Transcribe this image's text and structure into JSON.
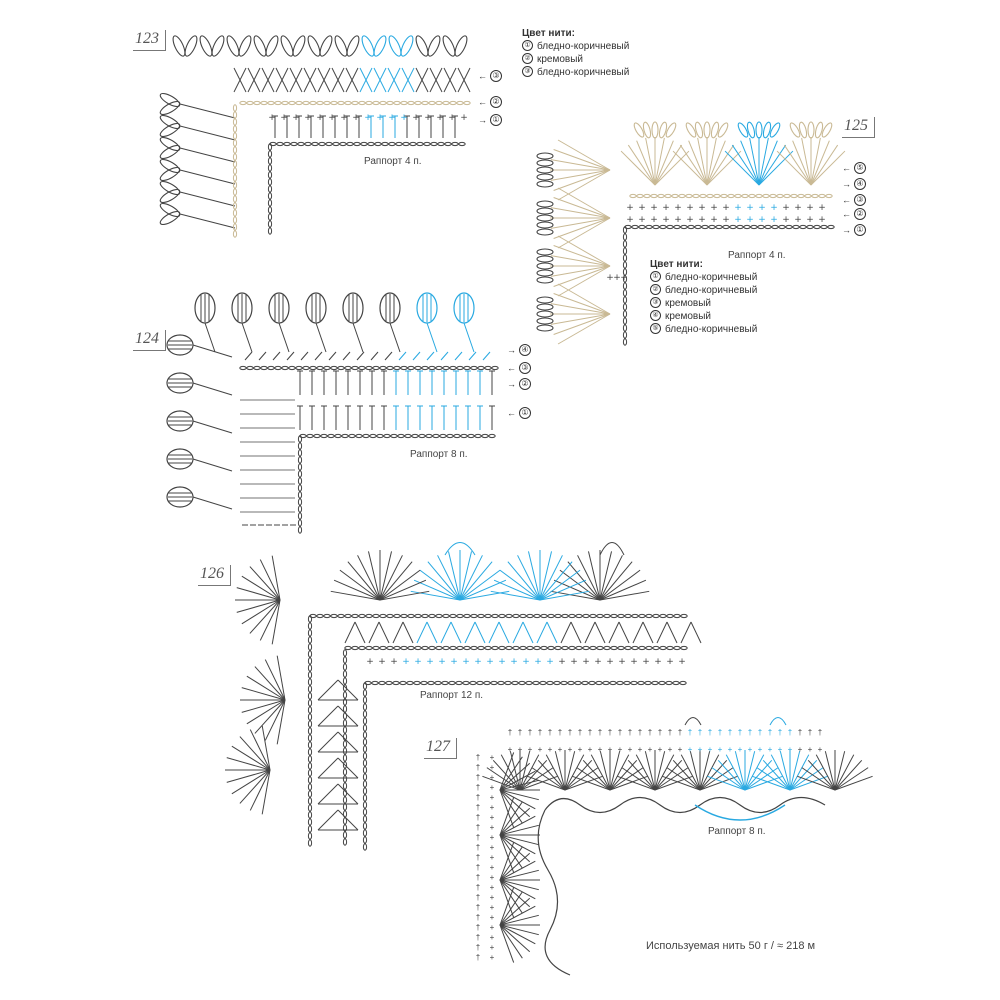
{
  "diagrams": [
    {
      "id": "123",
      "rapport": "Раппорт 4 п.",
      "legend_title": "Цвет нити:",
      "legend": [
        "бледно-коричневый",
        "кремовый",
        "бледно-коричневый"
      ],
      "rows": [
        "③",
        "②",
        "①"
      ]
    },
    {
      "id": "124",
      "rapport": "Раппорт 8 п.",
      "rows": [
        "④",
        "③",
        "②",
        "①"
      ]
    },
    {
      "id": "125",
      "rapport": "Раппорт 4 п.",
      "legend_title": "Цвет нити:",
      "legend": [
        "бледно-коричневый",
        "бледно-коричневый",
        "кремовый",
        "кремовый",
        "бледно-коричневый"
      ],
      "rows": [
        "⑤",
        "④",
        "③",
        "②",
        "①"
      ]
    },
    {
      "id": "126",
      "rapport": "Раппорт 12 п."
    },
    {
      "id": "127",
      "rapport": "Раппорт 8 п."
    }
  ],
  "legend_nums": [
    "①",
    "②",
    "③",
    "④",
    "⑤"
  ],
  "footer": "Используемая нить 50 г / ≈ 218 м",
  "colors": {
    "ink": "#444444",
    "highlight": "#29a9e1",
    "beige": "#c9b994"
  }
}
